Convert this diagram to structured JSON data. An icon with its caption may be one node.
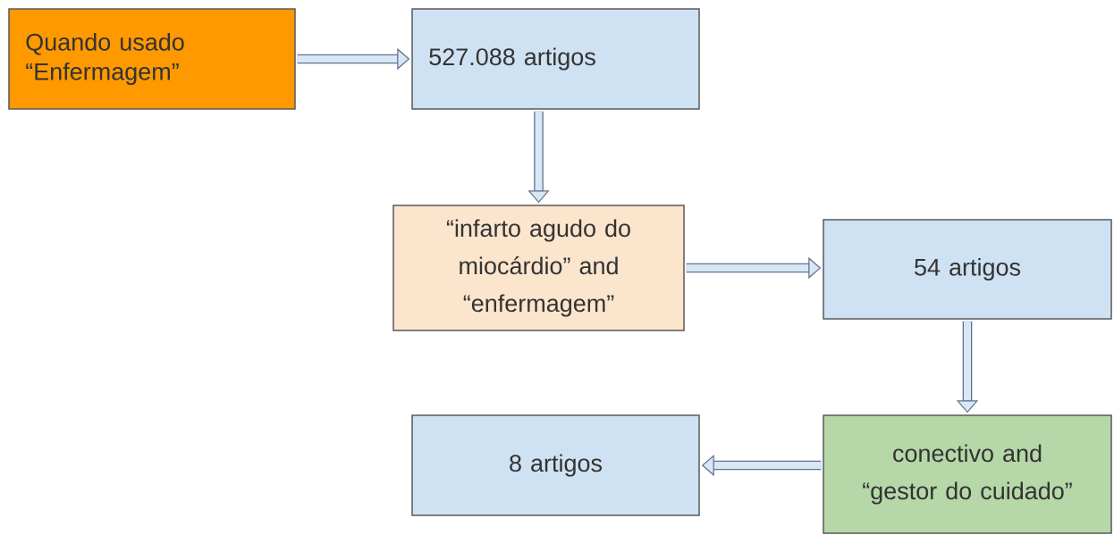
{
  "diagram": {
    "nodes": [
      {
        "text": [
          "Quando usado “Enfermagem”"
        ]
      },
      {
        "text": [
          "527.088 artigos"
        ]
      },
      {
        "text": [
          "“infarto agudo do miocárdio” and “enfermagem”"
        ]
      },
      {
        "text": [
          "54 artigos"
        ]
      },
      {
        "text": [
          "conectivo and “gestor do cuidado”"
        ]
      },
      {
        "text": [
          "8 artigos"
        ]
      }
    ],
    "edges": [
      {
        "from": 0,
        "to": 1,
        "arrow": "to"
      },
      {
        "from": 1,
        "to": 2,
        "arrow": "to"
      },
      {
        "from": 2,
        "to": 3,
        "arrow": "to"
      },
      {
        "from": 3,
        "to": 4,
        "arrow": "to"
      },
      {
        "from": 4,
        "to": 5,
        "arrow": "to"
      }
    ]
  }
}
